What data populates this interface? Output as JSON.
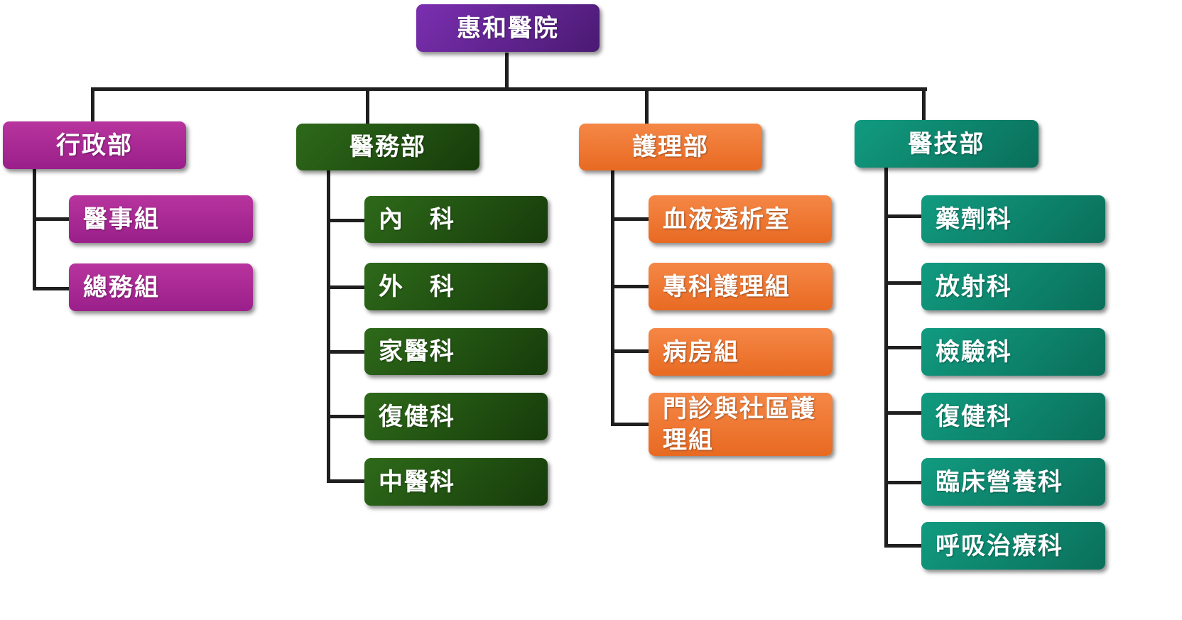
{
  "root": {
    "label": "惠和醫院"
  },
  "departments": [
    {
      "key": "admin",
      "label": "行政部",
      "color": "#a52790",
      "children": [
        "醫事組",
        "總務組"
      ]
    },
    {
      "key": "medical",
      "label": "醫務部",
      "color": "#1f4b10",
      "children": [
        "內　科",
        "外　科",
        "家醫科",
        "復健科",
        "中醫科"
      ]
    },
    {
      "key": "nursing",
      "label": "護理部",
      "color": "#ee7a33",
      "children": [
        "血液透析室",
        "專科護理組",
        "病房組",
        "門診與社區護理組"
      ]
    },
    {
      "key": "medtech",
      "label": "醫技部",
      "color": "#0e8a70",
      "children": [
        "藥劑科",
        "放射科",
        "檢驗科",
        "復健科",
        "臨床營養科",
        "呼吸治療科"
      ]
    }
  ]
}
